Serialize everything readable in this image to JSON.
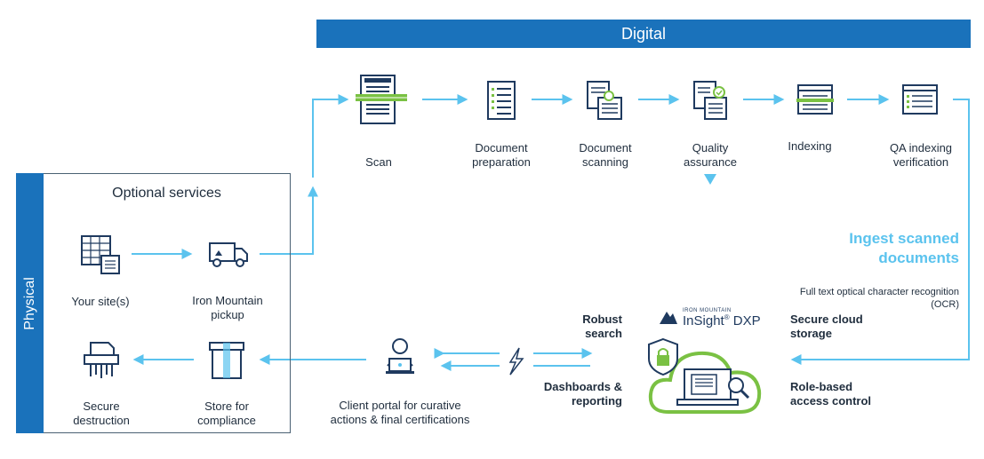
{
  "digital": {
    "title": "Digital"
  },
  "steps": [
    {
      "label": "Scan"
    },
    {
      "label": "Document preparation"
    },
    {
      "label": "Document scanning"
    },
    {
      "label": "Quality assurance"
    },
    {
      "label": "Indexing"
    },
    {
      "label": "QA indexing verification"
    }
  ],
  "physical": {
    "title": "Physical",
    "optional_services": "Optional services",
    "your_site": "Your site(s)",
    "pickup": "Iron Mountain pickup",
    "destruction": "Secure destruction",
    "store": "Store for compliance"
  },
  "ingest": {
    "heading": "Ingest scanned documents",
    "subtext": "Full text optical character recognition (OCR)"
  },
  "client_portal": "Client portal for curative actions & final certifications",
  "platform": {
    "brand_top": "IRON MOUNTAIN",
    "brand_name": "InSight",
    "brand_suffix": "DXP",
    "robust_search": "Robust search",
    "dashboards": "Dashboards & reporting",
    "secure_cloud": "Secure cloud storage",
    "role_based": "Role-based access control"
  },
  "colors": {
    "primary_blue": "#1a72bb",
    "light_blue": "#5bc3ee",
    "green": "#7ac143",
    "navy": "#1f3a5f"
  }
}
